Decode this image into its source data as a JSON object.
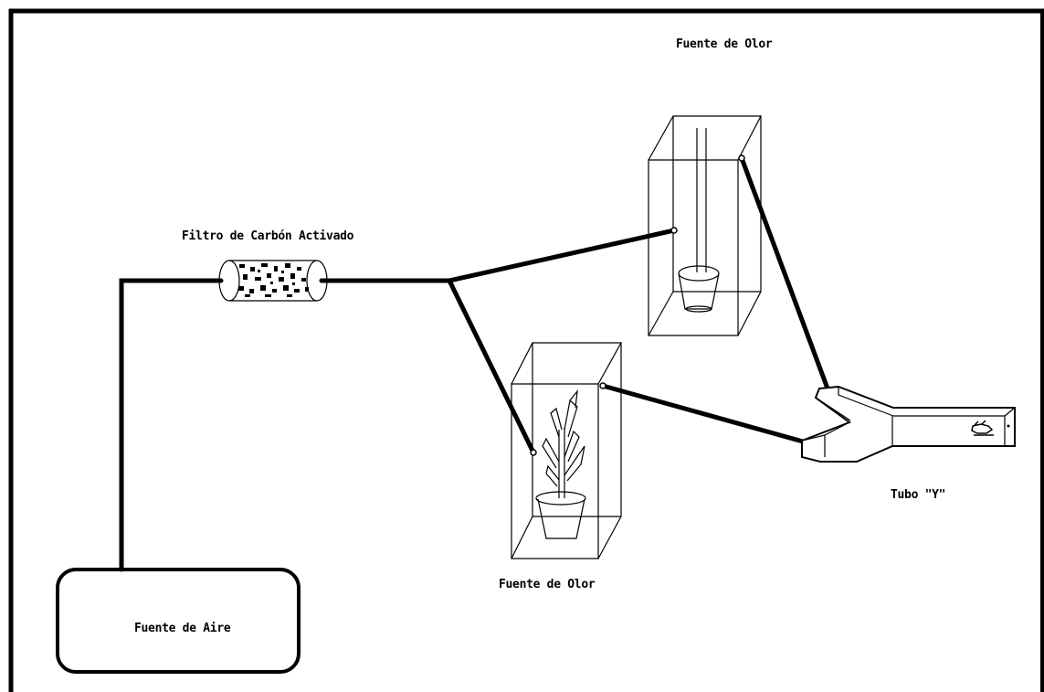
{
  "labels": {
    "filter": "Filtro de Carbón Activado",
    "odor_source_top": "Fuente de Olor",
    "odor_source_bottom": "Fuente de Olor",
    "air_source": "Fuente de Aire",
    "y_tube": "Tubo \"Y\""
  },
  "colors": {
    "line": "#000000",
    "background": "#ffffff"
  }
}
